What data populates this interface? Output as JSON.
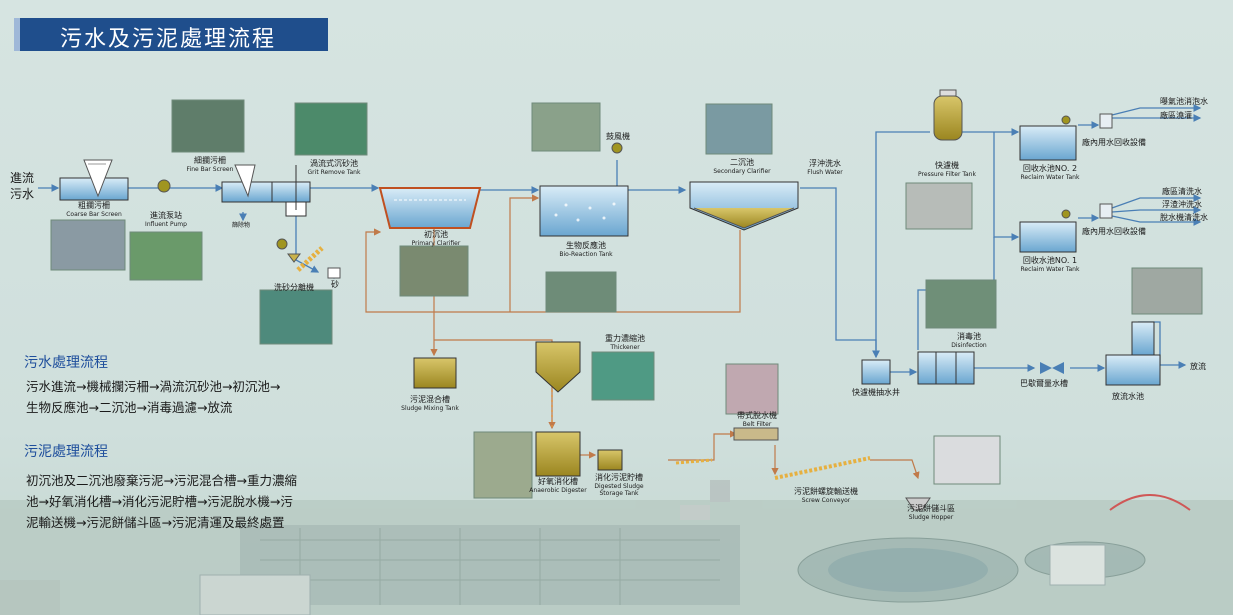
{
  "header": {
    "title": "污水及污泥處理流程"
  },
  "inlet": {
    "line1": "進流",
    "line2": "污水"
  },
  "units": {
    "coarse_bar": {
      "zh": "粗攔污柵",
      "en": "Coarse Bar Screen"
    },
    "fine_bar": {
      "zh": "細攔污柵",
      "en": "Fine Bar Screen"
    },
    "influent_pump": {
      "zh": "進流泵站",
      "en": "Influent Pump"
    },
    "grit_tank": {
      "zh": "渦流式沉砂池",
      "en": "Grit Remove Tank"
    },
    "screenings": "篩除物",
    "grit_separator": {
      "zh": "洗砂分離機"
    },
    "sand": "砂",
    "primary_clarifier": {
      "zh": "初沉池",
      "en": "Primary Clarifier"
    },
    "blower": {
      "zh": "鼓風機"
    },
    "bio_tank": {
      "zh": "生物反應池",
      "en": "Bio-Reaction Tank"
    },
    "secondary_clarifier": {
      "zh": "二沉池",
      "en": "Secondary Clarifier"
    },
    "flush_water": {
      "zh": "浮沖洗水",
      "en": "Flush Water"
    },
    "pressure_filter": {
      "zh": "快濾機",
      "en": "Pressure Filter Tank"
    },
    "reclaim2": {
      "zh": "回收水池NO. 2",
      "en": "Reclaim Water Tank"
    },
    "reclaim1": {
      "zh": "回收水池NO. 1",
      "en": "Reclaim Water Tank"
    },
    "reuse_equipment_2": "廠內用水回收設備",
    "reuse_equipment_1": "廠內用水回收設備",
    "use_aeration_defoam": "曝氣池消泡水",
    "use_sprinkler": "廠區澆灌",
    "use_plant_wash": "廠區清洗水",
    "use_scum_wash": "浮渣沖洗水",
    "use_dewater_wash": "脫水機清洗水",
    "filter_pump_well": {
      "zh": "快濾機抽水井"
    },
    "disinfection": {
      "zh": "消毒池",
      "en": "Disinfection"
    },
    "parshall": {
      "zh": "巴歇爾量水槽"
    },
    "discharge_tank": {
      "zh": "放流水池"
    },
    "discharge": "放流",
    "thickener": {
      "zh": "重力濃縮池",
      "en": "Thickener"
    },
    "sludge_mixing": {
      "zh": "污泥混合槽",
      "en": "Sludge Mixing Tank"
    },
    "anaerobic_digester": {
      "zh": "好氧消化槽",
      "en": "Anaerobic Digester"
    },
    "digested_storage": {
      "zh": "消化污泥貯槽",
      "en1": "Digested Sludge",
      "en2": "Storage Tank"
    },
    "belt_filter": {
      "zh": "帶式脫水機",
      "en": "Belt Filter"
    },
    "screw_conveyor": {
      "zh": "污泥餅螺旋輸送機",
      "en": "Screw Conveyor"
    },
    "sludge_hopper": {
      "zh": "污泥餅儲斗區",
      "en": "Sludge Hopper"
    }
  },
  "sewage_section": {
    "title": "污水處理流程",
    "line1": "污水進流→機械攔污柵→渦流沉砂池→初沉池→",
    "line2": "生物反應池→二沉池→消毒過濾→放流"
  },
  "sludge_section": {
    "title": "污泥處理流程",
    "line1": "初沉池及二沉池廢棄污泥→污泥混合槽→重力濃縮",
    "line2": "池→好氧消化槽→消化污泥貯槽→污泥脫水機→污",
    "line3": "泥輸送機→污泥餅儲斗區→污泥清運及最終處置"
  },
  "colors": {
    "header_bg": "#1f4e8c",
    "section_title": "#1e4e9c",
    "water": "#7fb5d8",
    "sludge": "#b9a233",
    "flow_line": "#4a7fb5",
    "sludge_line": "#c07a4a",
    "background": "#cfdedb"
  }
}
